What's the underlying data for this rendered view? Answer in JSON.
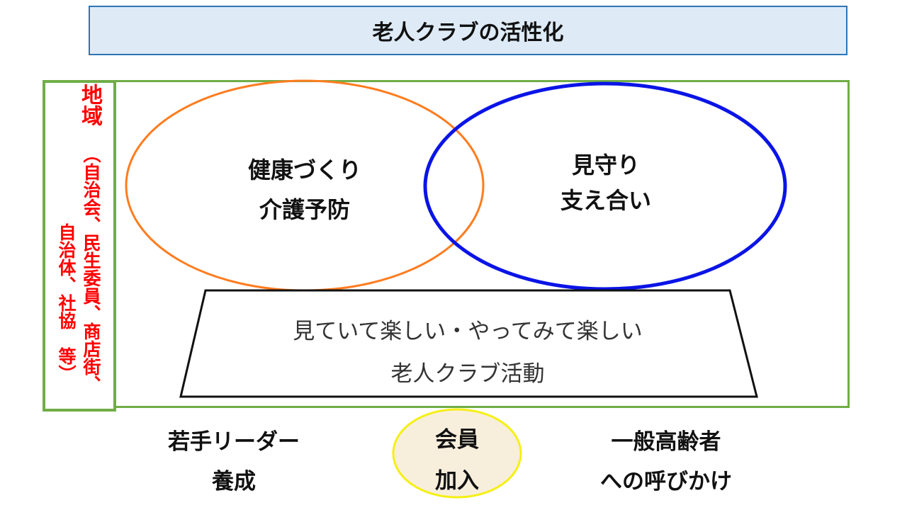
{
  "title": "老人クラブの活性化",
  "region": {
    "heading": "地域",
    "members_col1": "（自治会、民生委員、商店街、",
    "members_col2": "自治体、社協　等）"
  },
  "circles": {
    "health": {
      "line1": "健康づくり",
      "line2": "介護予防"
    },
    "watch": {
      "line1": "見守り",
      "line2": "支え合い"
    }
  },
  "activity": {
    "line1": "見ていて楽しい・やってみて楽しい",
    "line2": "老人クラブ活動"
  },
  "bottom": {
    "leader": {
      "line1": "若手リーダー",
      "line2": "養成"
    },
    "member": {
      "line1": "会員",
      "line2": "加入"
    },
    "elder": {
      "line1": "一般高齢者",
      "line2": "への呼びかけ"
    }
  },
  "colors": {
    "orange": "#ff7c1f",
    "blue": "#0a14e6",
    "green": "#70ad47",
    "yellow": "#f5f014",
    "red": "#ff0000"
  }
}
